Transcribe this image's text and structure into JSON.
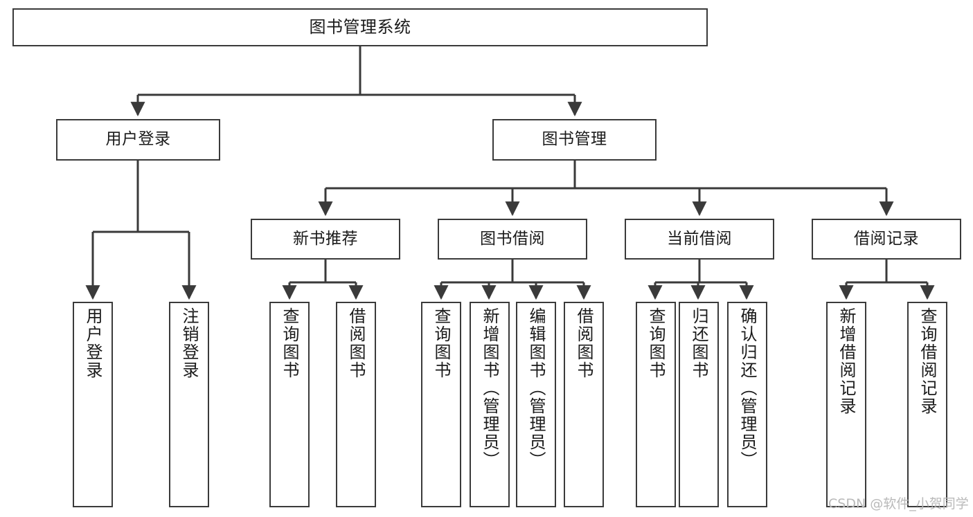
{
  "diagram": {
    "title": "图书管理系统",
    "type": "function-structure-tree",
    "root": {
      "label": "图书管理系统"
    },
    "level2": [
      {
        "label": "用户登录"
      },
      {
        "label": "图书管理"
      }
    ],
    "level3": [
      {
        "label": "新书推荐"
      },
      {
        "label": "图书借阅"
      },
      {
        "label": "当前借阅"
      },
      {
        "label": "借阅记录"
      }
    ],
    "leaves": {
      "user_login": [
        {
          "label": "用户登录"
        },
        {
          "label": "注销登录"
        }
      ],
      "new_book_recommend": [
        {
          "label": "查询图书"
        },
        {
          "label": "借阅图书"
        }
      ],
      "book_borrow": [
        {
          "label": "查询图书"
        },
        {
          "label": "新增图书（管理员）"
        },
        {
          "label": "编辑图书（管理员）"
        },
        {
          "label": "借阅图书"
        }
      ],
      "current_borrow": [
        {
          "label": "查询图书"
        },
        {
          "label": "归还图书"
        },
        {
          "label": "确认归还（管理员）"
        }
      ],
      "borrow_record": [
        {
          "label": "新增借阅记录"
        },
        {
          "label": "查询借阅记录"
        }
      ]
    }
  },
  "watermark": {
    "text": "CSDN @软件_小贺同学"
  },
  "colors": {
    "border": "#3a3a3a",
    "background": "#ffffff",
    "text": "#1a1a1a",
    "watermark": "#b9b9b9"
  }
}
